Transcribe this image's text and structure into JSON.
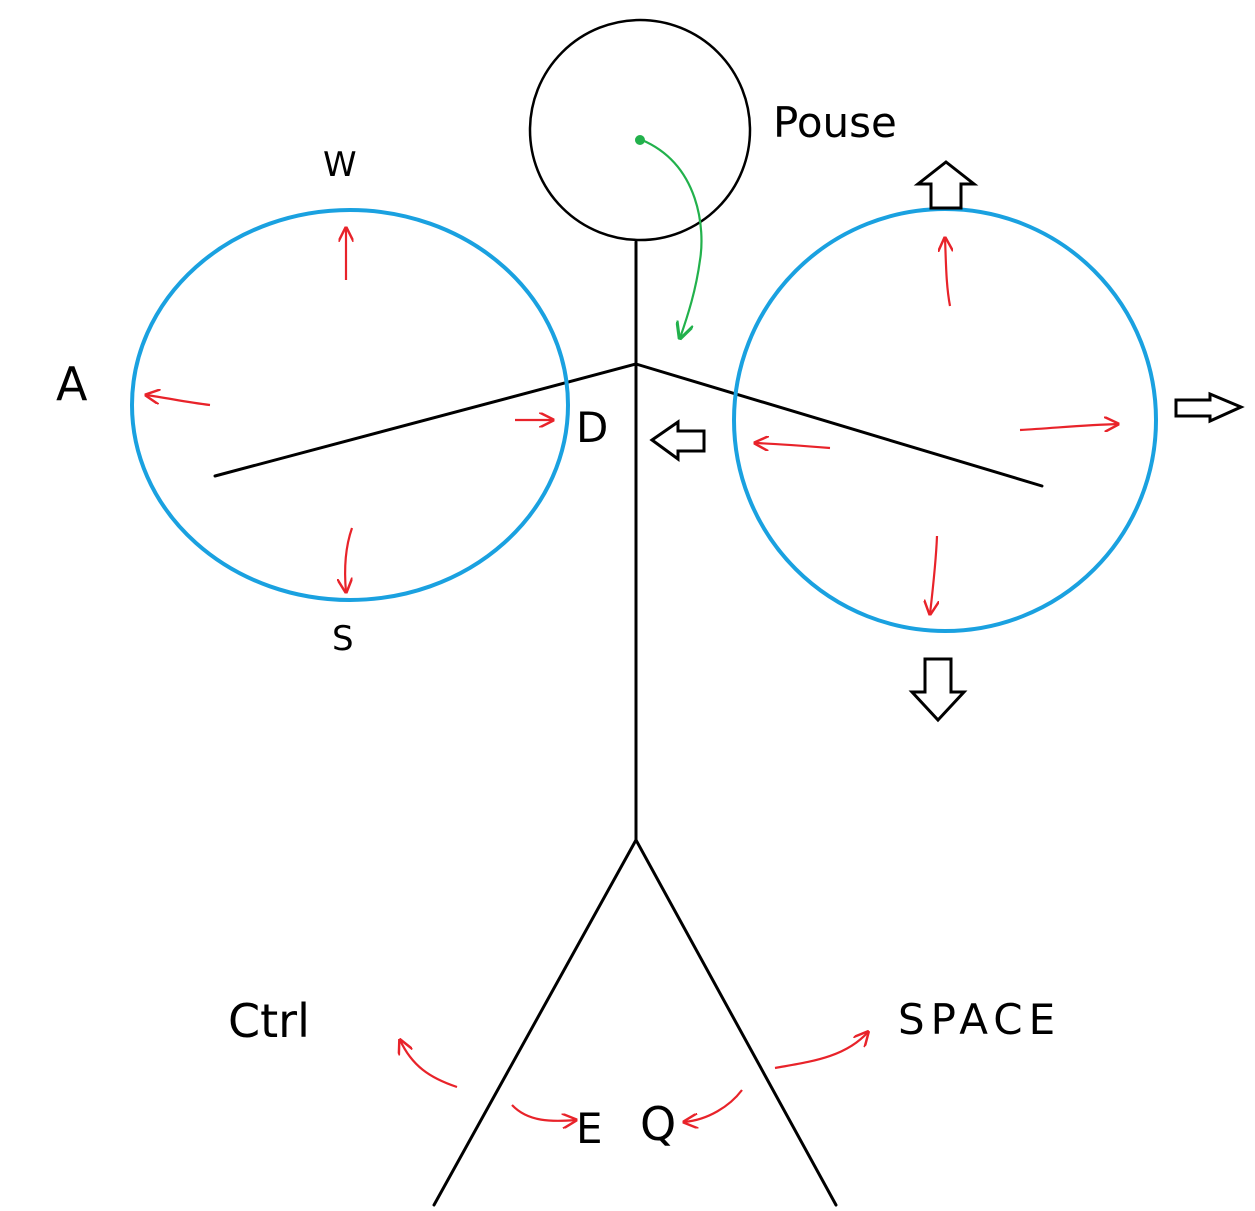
{
  "labels": {
    "mouse": "Pouse",
    "w": "W",
    "a": "A",
    "s": "S",
    "d": "D",
    "ctrl": "Ctrl",
    "space": "SPACE",
    "e": "E",
    "q": "Q"
  },
  "colors": {
    "figure": "#000000",
    "joint_circle": "#1aa1e0",
    "key_arrow": "#e8232a",
    "mouse_arrow": "#22b14c",
    "outline_arrow": "#000000",
    "background": "#ffffff"
  }
}
